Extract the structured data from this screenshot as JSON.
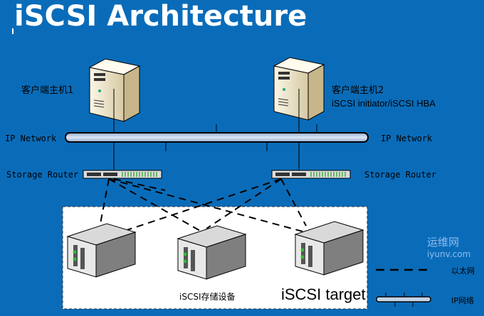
{
  "title": "iSCSI Architecture",
  "hosts": [
    {
      "label": "客户端主机1"
    },
    {
      "label": "客户端主机2",
      "sublabel": "iSCSI initiator/iSCSI HBA"
    }
  ],
  "network": {
    "left_label": "IP Network",
    "right_label": "IP Network"
  },
  "routers": {
    "left_label": "Storage Router",
    "right_label": "Storage Router"
  },
  "storage": {
    "label": "iSCSI存储设备",
    "target_label": "iSCSI target"
  },
  "legend": {
    "ethernet": "以太网",
    "ip_network": "IP网络"
  },
  "watermark": {
    "text": "运维网",
    "sub": "iyunv.com"
  },
  "colors": {
    "background": "#0a6cb9",
    "target_box": "#ffffff",
    "bar": "#b8cce4"
  }
}
